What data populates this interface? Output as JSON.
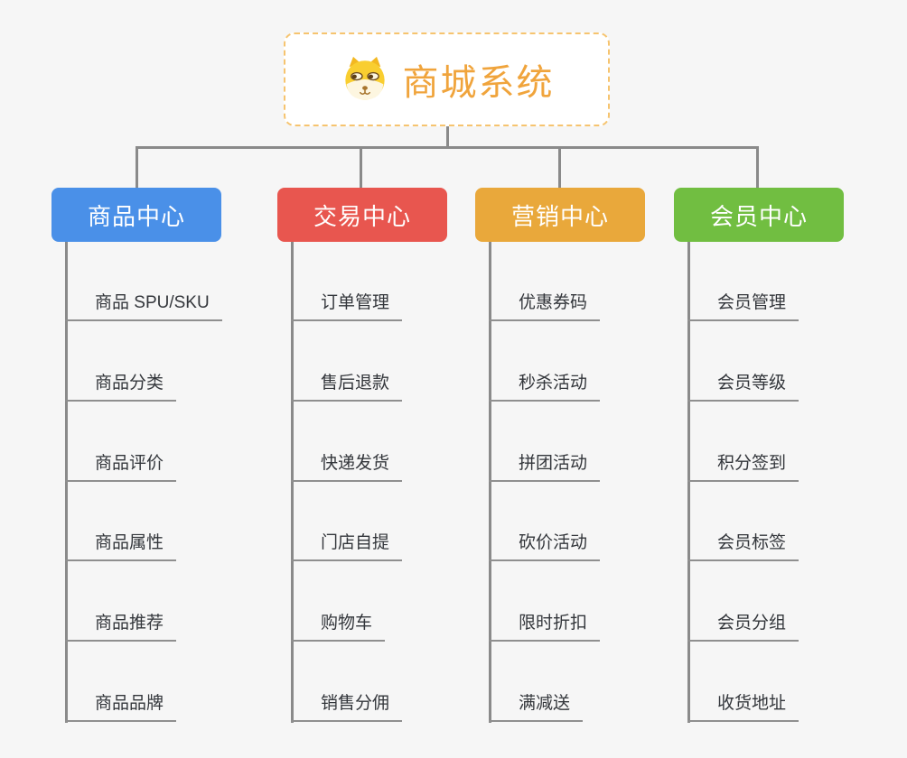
{
  "root": {
    "title": "商城系统",
    "icon": "shiba-dog-icon",
    "title_color": "#f0a43c",
    "border_color": "#f6c46f"
  },
  "connector_color": "#8a8a8a",
  "branches": [
    {
      "label": "商品中心",
      "color": "#4a90e8",
      "children": [
        "商品 SPU/SKU",
        "商品分类",
        "商品评价",
        "商品属性",
        "商品推荐",
        "商品品牌"
      ]
    },
    {
      "label": "交易中心",
      "color": "#e8564f",
      "children": [
        "订单管理",
        "售后退款",
        "快递发货",
        "门店自提",
        "购物车",
        "销售分佣"
      ]
    },
    {
      "label": "营销中心",
      "color": "#e9a83b",
      "children": [
        "优惠券码",
        "秒杀活动",
        "拼团活动",
        "砍价活动",
        "限时折扣",
        "满减送"
      ]
    },
    {
      "label": "会员中心",
      "color": "#71be41",
      "children": [
        "会员管理",
        "会员等级",
        "积分签到",
        "会员标签",
        "会员分组",
        "收货地址"
      ]
    }
  ]
}
